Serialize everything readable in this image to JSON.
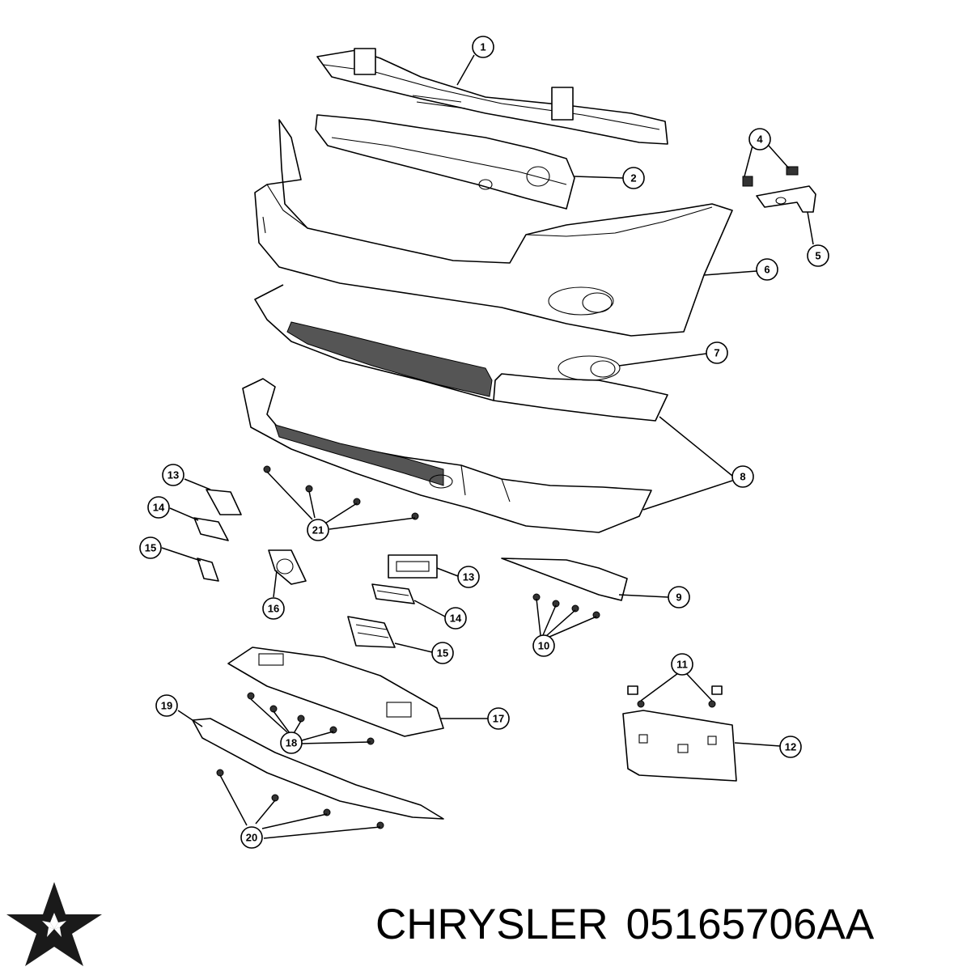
{
  "brand": "CHRYSLER",
  "part_number": "05165706AA",
  "logo_icon": "chrysler-pentastar-icon",
  "callouts": [
    {
      "id": "c1",
      "label": "1"
    },
    {
      "id": "c2",
      "label": "2"
    },
    {
      "id": "c4",
      "label": "4"
    },
    {
      "id": "c5",
      "label": "5"
    },
    {
      "id": "c6",
      "label": "6"
    },
    {
      "id": "c7",
      "label": "7"
    },
    {
      "id": "c8",
      "label": "8"
    },
    {
      "id": "c9",
      "label": "9"
    },
    {
      "id": "c10",
      "label": "10"
    },
    {
      "id": "c11",
      "label": "11"
    },
    {
      "id": "c12",
      "label": "12"
    },
    {
      "id": "c13a",
      "label": "13"
    },
    {
      "id": "c13b",
      "label": "13"
    },
    {
      "id": "c14a",
      "label": "14"
    },
    {
      "id": "c14b",
      "label": "14"
    },
    {
      "id": "c15a",
      "label": "15"
    },
    {
      "id": "c15b",
      "label": "15"
    },
    {
      "id": "c16",
      "label": "16"
    },
    {
      "id": "c17",
      "label": "17"
    },
    {
      "id": "c18",
      "label": "18"
    },
    {
      "id": "c19",
      "label": "19"
    },
    {
      "id": "c20",
      "label": "20"
    },
    {
      "id": "c21",
      "label": "21"
    }
  ]
}
